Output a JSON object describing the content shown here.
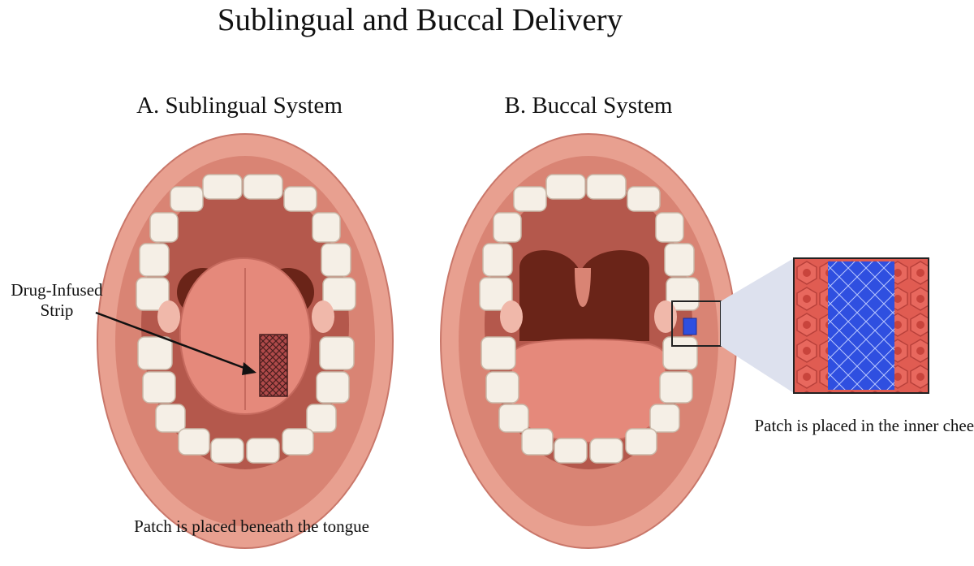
{
  "title": "Sublingual and Buccal Delivery",
  "panel_a": {
    "title": "A. Sublingual System",
    "label": "Drug-Infused Strip",
    "label_line1": "Drug-Infused",
    "label_line2": "Strip",
    "caption": "Patch is placed beneath the tongue"
  },
  "panel_b": {
    "title": "B. Buccal System",
    "caption": "Patch is placed in the inner cheek"
  },
  "colors": {
    "lip_outer": "#e8a090",
    "lip_inner": "#d98474",
    "mouth_cavity": "#b4584c",
    "throat": "#6a2418",
    "tongue": "#e5897b",
    "teeth": "#f5efe6",
    "patch_blue": "#2f4fe0",
    "cheek_cells": "#e05c52"
  }
}
